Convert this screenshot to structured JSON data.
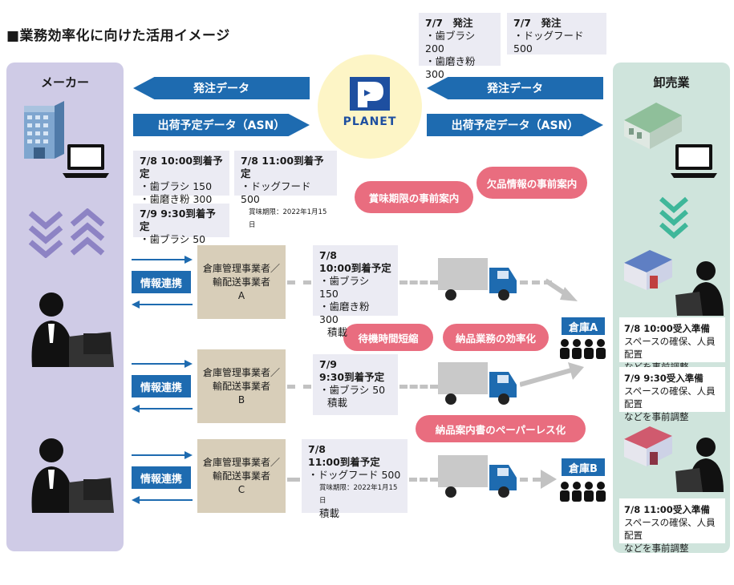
{
  "title": "■業務効率化に向けた活用イメージ",
  "maker_label": "メーカー",
  "wholesale_label": "卸売業",
  "planet_logo_text": "PLANET",
  "top_orders": [
    {
      "header": "7/7　発注",
      "lines": [
        "・歯ブラシ 200",
        "・歯磨き粉 300"
      ]
    },
    {
      "header": "7/7　発注",
      "lines": [
        "・ドッグフード 500"
      ]
    }
  ],
  "arrows": {
    "order_data": "発注データ",
    "asn_data": "出荷予定データ（ASN）"
  },
  "asn_boxes": [
    {
      "header": "7/8 10:00到着予定",
      "lines": [
        "・歯ブラシ 150",
        "・歯磨き粉 300"
      ]
    },
    {
      "header": "7/8 11:00到着予定",
      "lines": [
        "・ドッグフード 500"
      ],
      "note": "賞味期限：2022年1月15日"
    },
    {
      "header": "7/9 9:30到着予定",
      "lines": [
        "・歯ブラシ 50"
      ]
    }
  ],
  "pills": {
    "expiry": "賞味期限の事前案内",
    "shortage": "欠品情報の事前案内",
    "wait": "待機時間短縮",
    "efficiency": "納品業務の効率化",
    "paperless": "納品案内書のペーパーレス化"
  },
  "info_label": "情報連携",
  "carriers": [
    {
      "line1": "倉庫管理事業者／",
      "line2": "輸配送事業者",
      "line3": "A"
    },
    {
      "line1": "倉庫管理事業者／",
      "line2": "輸配送事業者",
      "line3": "B"
    },
    {
      "line1": "倉庫管理事業者／",
      "line2": "輸配送事業者",
      "line3": "C"
    }
  ],
  "shipments": [
    {
      "date": "7/8",
      "time": "10:00到着予定",
      "lines": [
        "・歯ブラシ 150",
        "・歯磨き粉 300"
      ],
      "footer": "積載"
    },
    {
      "date": "7/9",
      "time": "9:30到着予定",
      "lines": [
        "・歯ブラシ 50"
      ],
      "footer": "積載"
    },
    {
      "date": "7/8",
      "time": "11:00到着予定",
      "lines": [
        "・ドッグフード 500"
      ],
      "note": "賞味期限：2022年1月15日",
      "footer": "積載"
    }
  ],
  "warehouses": {
    "a": "倉庫A",
    "b": "倉庫B"
  },
  "prep_boxes": [
    {
      "header": "7/8 10:00受入準備",
      "lines": [
        "スペースの確保、人員配置",
        "などを事前調整"
      ]
    },
    {
      "header": "7/9 9:30受入準備",
      "lines": [
        "スペースの確保、人員配置",
        "などを事前調整"
      ]
    },
    {
      "header": "7/8 11:00受入準備",
      "lines": [
        "スペースの確保、人員配置",
        "などを事前調整"
      ]
    }
  ],
  "colors": {
    "blue": "#1e6bb0",
    "pink": "#e96d7f",
    "maker_bg": "#cfcbe6",
    "wholesale_bg": "#cfe4dc",
    "tan": "#d8ceb9"
  }
}
